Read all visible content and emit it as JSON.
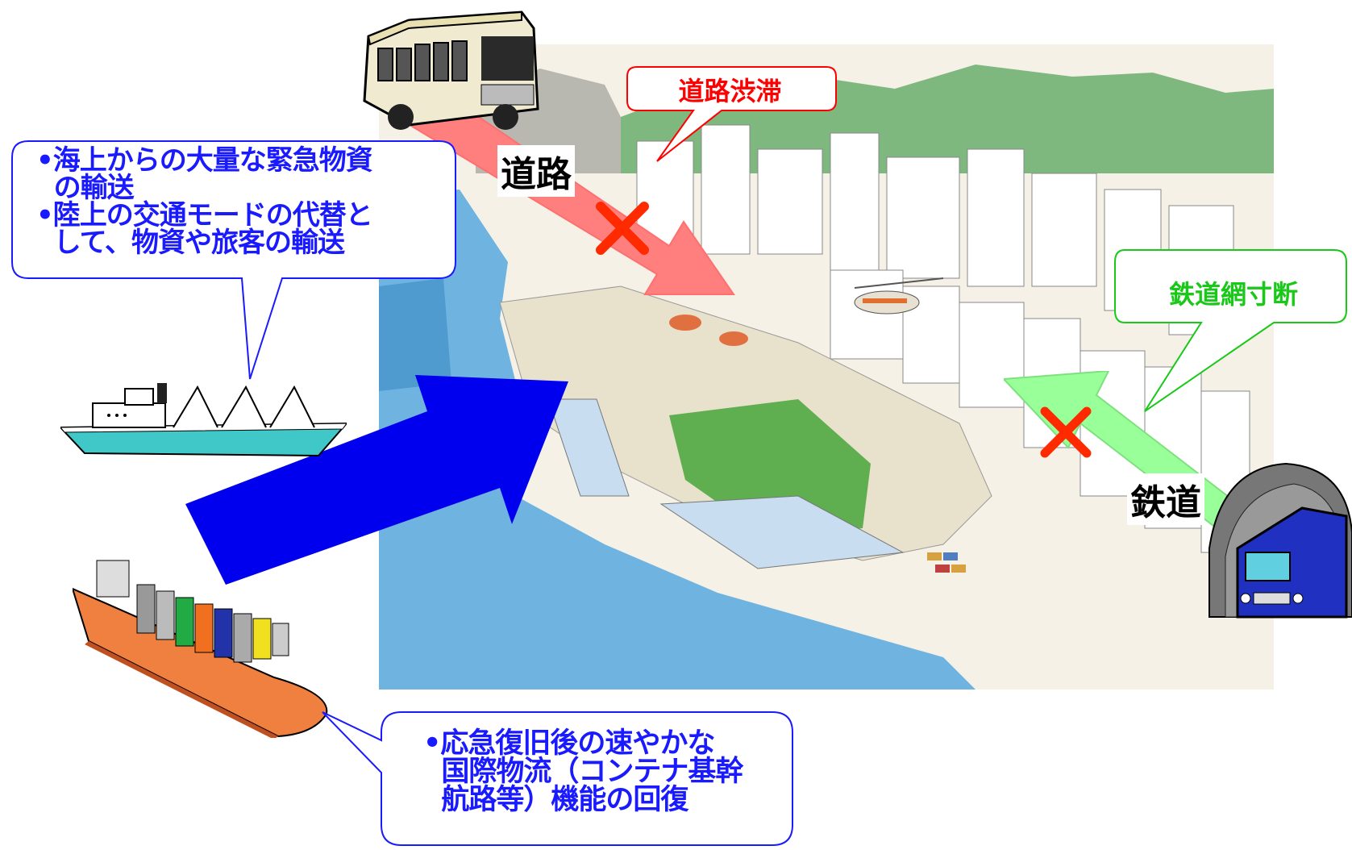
{
  "callouts": {
    "road_congestion": "道路渋滞",
    "rail_cut": "鉄道網寸断"
  },
  "modes": {
    "road": "道路",
    "rail": "鉄道"
  },
  "bubble_top_left": {
    "line1": "•海上からの大量な緊急物資",
    "line2": "  の輸送",
    "line3": "•陸上の交通モードの代替と",
    "line4": "  して、物資や旅客の輸送"
  },
  "bubble_bottom": {
    "line1": "•応急復旧後の速やかな",
    "line2": "  国際物流（コンテナ基幹",
    "line3": "  航路等）機能の回復"
  },
  "colors": {
    "road_arrow": "#ff7f7f",
    "road_callout_text": "#ff0000",
    "rail_arrow": "#99ff99",
    "rail_callout_text": "#19c819",
    "sea_arrow": "#0000ee",
    "bubble_text": "#1a1aff",
    "cross": "#ff2a00"
  },
  "icons": {
    "bus": "bus-icon",
    "train": "train-in-tunnel-icon",
    "ferry": "ferry-ship-icon",
    "container_ship": "container-ship-icon",
    "port_city": "port-city-illustration"
  }
}
